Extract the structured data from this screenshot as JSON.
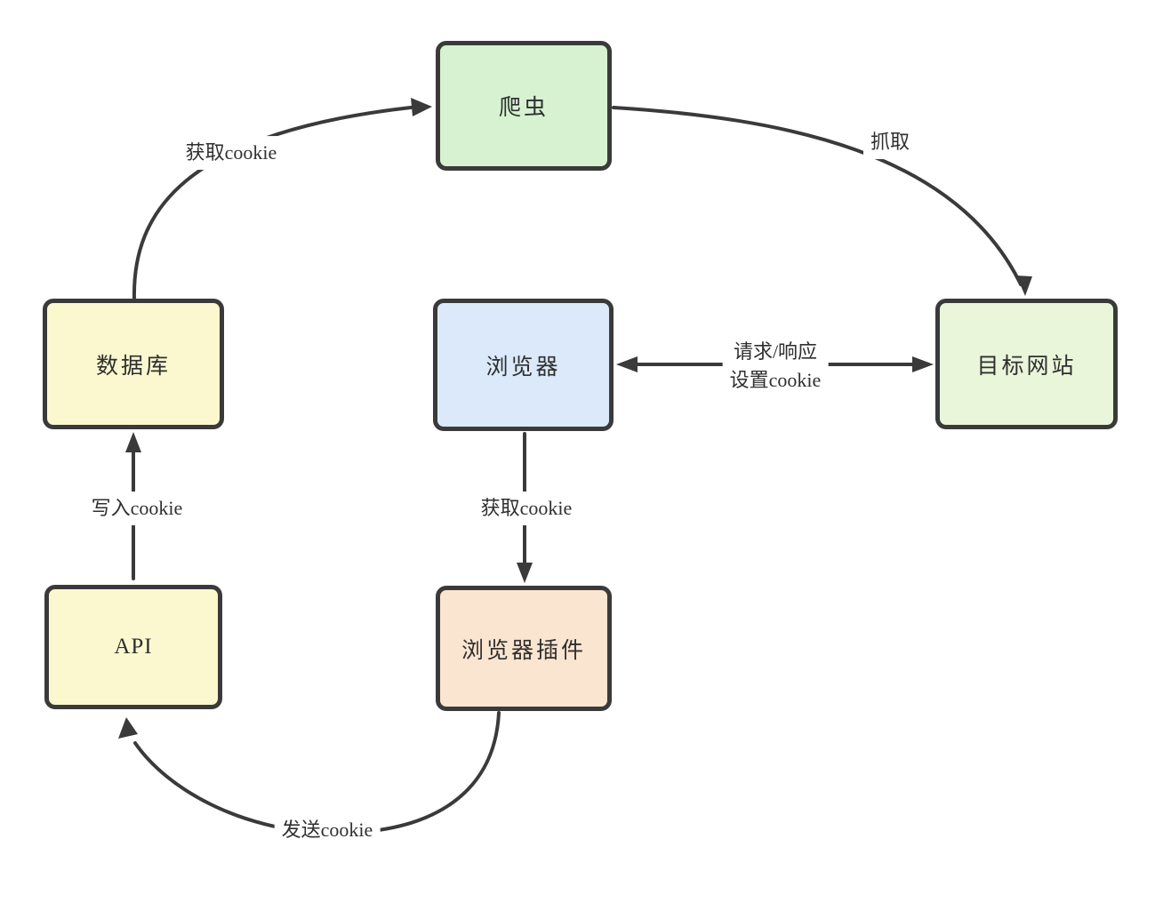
{
  "diagram": {
    "colors": {
      "background": "#ffffff",
      "stroke": "#3a3a3a",
      "text": "#2f2f2f",
      "label_background": "#ffffff"
    },
    "nodes": {
      "crawler": {
        "label": "爬虫",
        "fill": "#d6f2d0"
      },
      "database": {
        "label": "数据库",
        "fill": "#fbf8cf"
      },
      "browser": {
        "label": "浏览器",
        "fill": "#dbe9fa"
      },
      "target": {
        "label": "目标网站",
        "fill": "#e9f6d9"
      },
      "api": {
        "label": "API",
        "fill": "#fbf8cf"
      },
      "plugin": {
        "label": "浏览器插件",
        "fill": "#fae5d0"
      }
    },
    "edges": {
      "db_to_crawler": {
        "label": "获取cookie"
      },
      "crawler_to_target": {
        "label": "抓取"
      },
      "target_browser": {
        "label_line1": "请求/响应",
        "label_line2": "设置cookie"
      },
      "api_to_db": {
        "label": "写入cookie"
      },
      "browser_to_plugin": {
        "label": "获取cookie"
      },
      "plugin_to_api": {
        "label": "发送cookie"
      }
    }
  }
}
